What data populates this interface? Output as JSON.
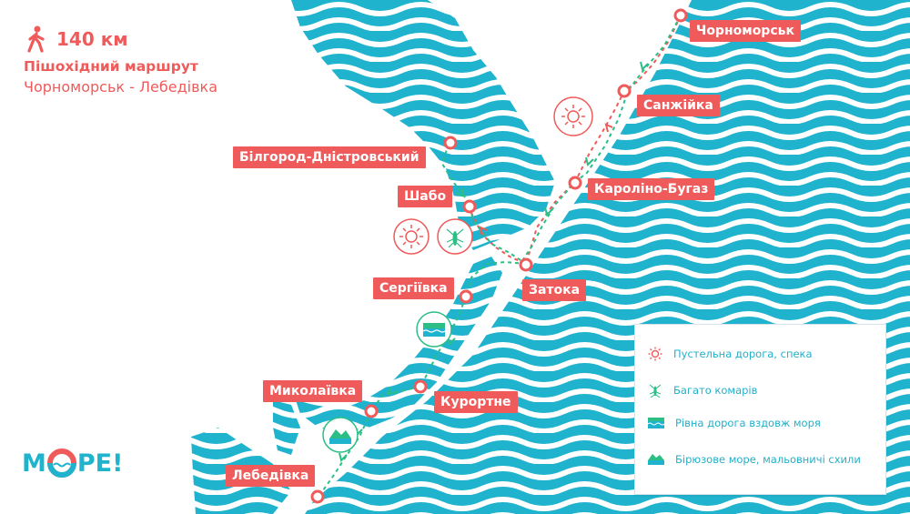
{
  "header": {
    "distance": "140 км",
    "route_type": "Пішохідний маршрут",
    "route_name": "Чорноморськ - Лебедівка"
  },
  "places": {
    "chornomorsk": "Чорноморськ",
    "sanzhiyka": "Санжійка",
    "karolino_buhaz": "Кароліно-Бугаз",
    "bilhorod": "Білгород-Дністровський",
    "shabo": "Шабо",
    "zatoka": "Затока",
    "serhiivka": "Сергіївка",
    "mykolaivka": "Миколаївка",
    "kurortne": "Курортне",
    "lebedivka": "Лебедівка"
  },
  "legend": {
    "items": [
      {
        "icon": "sun-icon",
        "label": "Пустельна дорога, спека"
      },
      {
        "icon": "mosquito-icon",
        "label": "Багато комарів"
      },
      {
        "icon": "seaside-road-icon",
        "label": "Рівна дорога вздовж моря"
      },
      {
        "icon": "turquoise-sea-icon",
        "label": "Бірюзове море, мальовничі схили"
      }
    ]
  },
  "logo": {
    "text_m": "M",
    "text_end": "PE!"
  },
  "colors": {
    "sea": "#1fb3cd",
    "accent": "#ef5b5b",
    "route_green": "#2bbf86"
  }
}
